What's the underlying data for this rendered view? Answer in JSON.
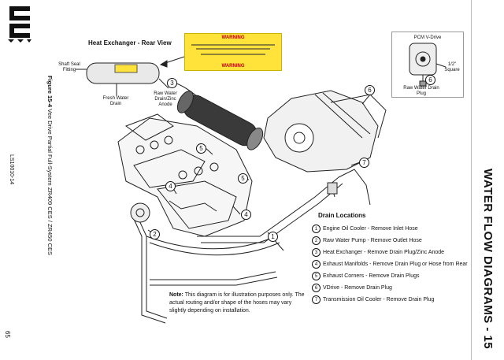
{
  "logo_text": "PCM",
  "figure": {
    "label": "Figure 15-4",
    "caption": " Vee Drive Partial Full-System ZR409 CES / ZR450 CES"
  },
  "doc_code": "LS10010-14",
  "page_number": "65",
  "section_title": "WATER FLOW DIAGRAMS - 15",
  "heat_exchanger": {
    "title": "Heat Exchanger - Rear View",
    "shaft_seal_fitting": "Shaft Seal Fitting",
    "fresh_water_drain": "Fresh Water Drain",
    "raw_water_drain": "Raw Water Drain/Zinc Anode",
    "warning_top": "WARNING",
    "warning_bottom": "WARNING"
  },
  "inset": {
    "title": "PCM V-Drive",
    "square": "1/2\" Square",
    "drain_plug": "Raw Water Drain Plug"
  },
  "drain_locations": {
    "title": "Drain Locations",
    "items": [
      {
        "num": "1",
        "text": "Engine Oil Cooler - Remove Inlet Hose"
      },
      {
        "num": "2",
        "text": "Raw Water Pump - Remove Outlet Hose"
      },
      {
        "num": "3",
        "text": "Heat Exchanger - Remove Drain Plug/Zinc Anode"
      },
      {
        "num": "4",
        "text": "Exhaust Manifolds - Remove Drain Plug or Hose from Rear"
      },
      {
        "num": "5",
        "text": "Exhaust Corners - Remove Drain Plugs"
      },
      {
        "num": "6",
        "text": "VDrive - Remove Drain Plug"
      },
      {
        "num": "7",
        "text": "Transmission Oil Cooler - Remove Drain Plug"
      }
    ]
  },
  "note": {
    "label": "Note:",
    "text": " This diagram is for illustration purposes only. The actual routing and/or shape of the hoses may vary slightly depending on installation."
  },
  "callouts": [
    "1",
    "2",
    "3",
    "4",
    "5",
    "6",
    "7"
  ]
}
